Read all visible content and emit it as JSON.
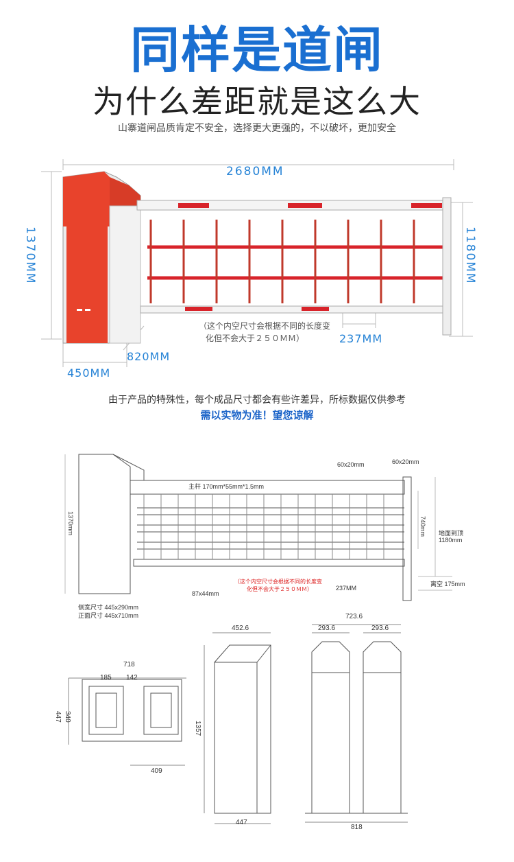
{
  "header": {
    "title": "同样是道闸",
    "subtitle": "为什么差距就是这么大",
    "description": "山寨道闸品质肯定不安全，选择更大更强的，不以破坏，更加安全"
  },
  "photo_dims": {
    "width": "2680MM",
    "height_left": "1370MM",
    "height_right": "1180MM",
    "depth": "820MM",
    "base": "450MM",
    "gap": "237MM",
    "note_line1": "（这个内空尺寸会根据不同的长度变",
    "note_line2": "化但不会大于２５０ＭＭ）"
  },
  "notice": {
    "line1": "由于产品的特殊性，每个成品尺寸都会有些许差异，所标数据仅供参考",
    "line2": "需以实物为准！望您谅解"
  },
  "drawing": {
    "main_bar": "主杆 170mm*55mm*1.5mm",
    "tube1": "60x20mm",
    "tube2": "60x20mm",
    "height_1370": "1370mm",
    "dim_740": "740mm",
    "ground_label": "地面到顶",
    "ground_value": "1180mm",
    "clearance": "离空 175mm",
    "tube_87": "87x44mm",
    "gap_237": "237MM",
    "note_line1": "（这个内空尺寸会根据不同的长度变",
    "note_line2": "化但不会大于２５０ＭＭ）",
    "side_size": "侧宽尺寸  445x290mm",
    "front_size": "正面尺寸  445x710mm",
    "top_718": "718",
    "top_185": "185",
    "top_142": "142",
    "top_340": "340",
    "top_447": "447",
    "top_409": "409",
    "side_452": "452.6",
    "side_1357": "1357",
    "side_447": "447",
    "front_723": "723.6",
    "front_293a": "293.6",
    "front_293b": "293.6",
    "front_818": "818"
  },
  "colors": {
    "title_blue": "#1a6fd1",
    "dim_blue": "#2683d6",
    "cabinet_red": "#e8432c",
    "arm_red": "#d8232a"
  }
}
